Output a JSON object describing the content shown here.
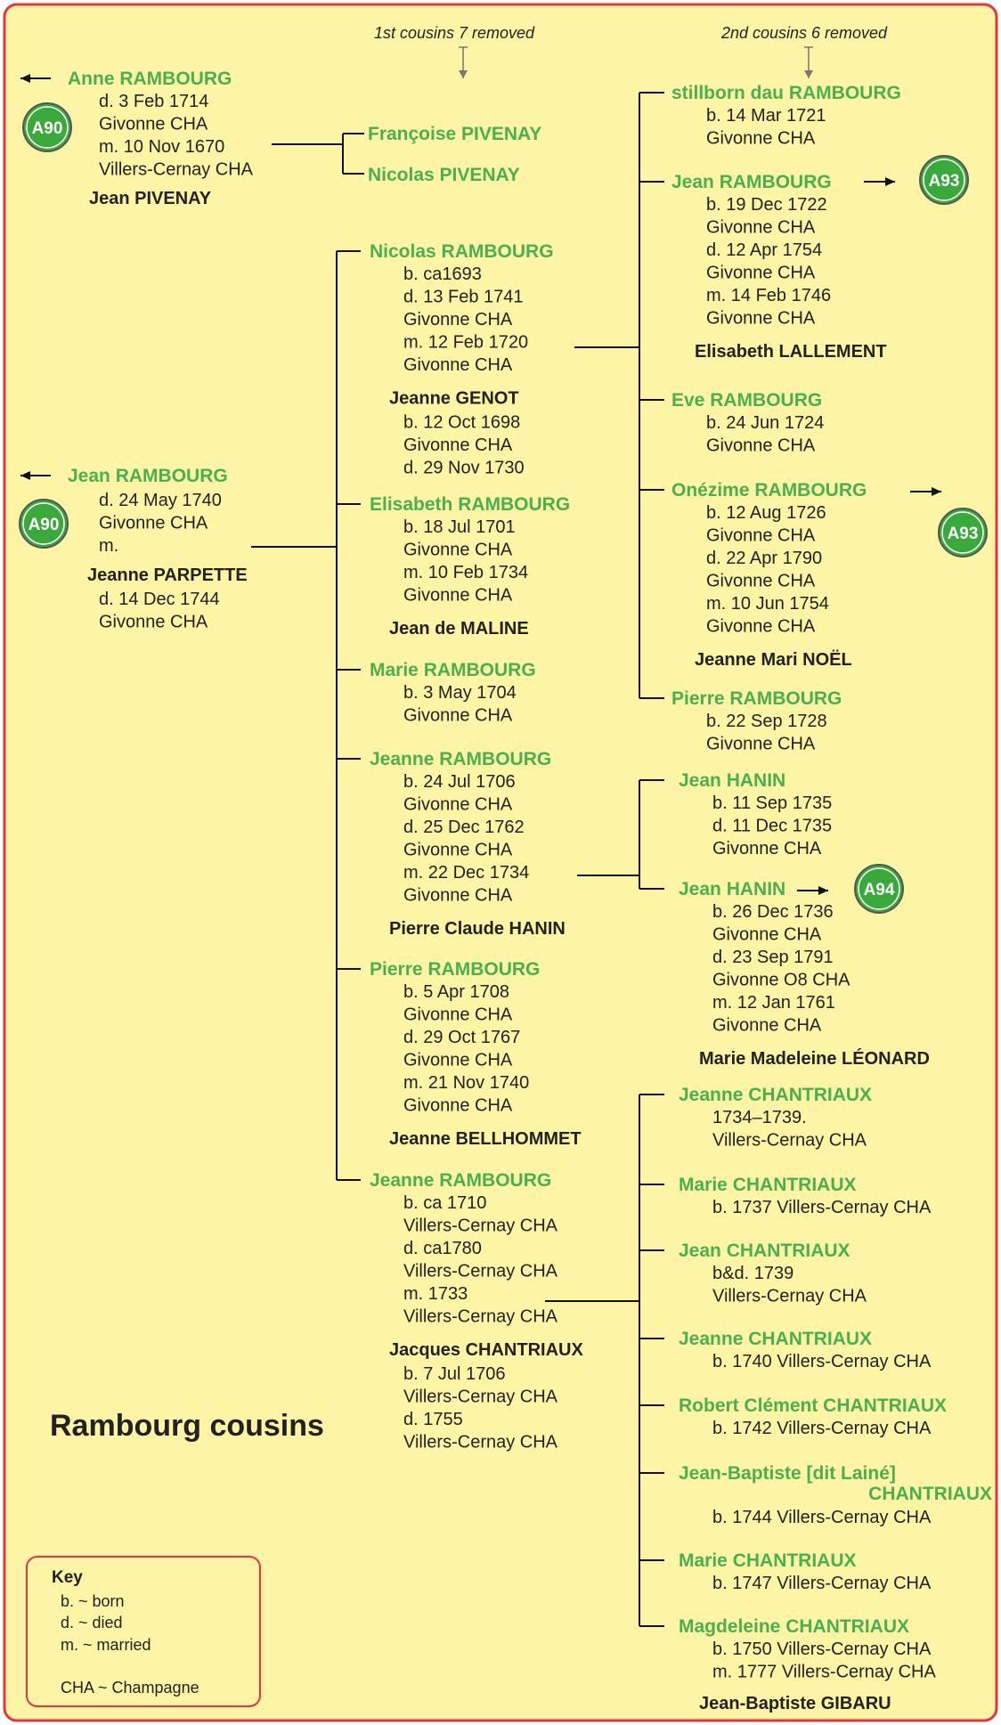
{
  "title": "Rambourg cousins",
  "headers": {
    "first": "1st cousins 7 removed",
    "second": "2nd cousins 6 removed"
  },
  "colors": {
    "frame": "#e8343a",
    "background": "#fdf4a6",
    "name_green": "#4caf4f",
    "badge_green": "#3aa93c",
    "text": "#222222"
  },
  "key": {
    "heading": "Key",
    "lines": [
      "b. ~ born",
      "d. ~ died",
      "m. ~ married",
      "",
      "CHA ~ Champagne"
    ]
  },
  "badges": {
    "a90_top": "A90",
    "a90_mid": "A90",
    "a93_top": "A93",
    "a93_mid": "A93",
    "a94": "A94"
  },
  "ancestors": [
    {
      "name": "Anne RAMBOURG",
      "details": [
        "d. 3 Feb 1714",
        "Givonne CHA",
        "m. 10 Nov 1670",
        "Villers-Cernay CHA"
      ],
      "spouse": "Jean PIVENAY"
    },
    {
      "name": "Jean RAMBOURG",
      "details": [
        "d. 24 May 1740",
        "Givonne CHA",
        "m."
      ],
      "spouse": "Jeanne PARPETTE",
      "spouse_details": [
        "d. 14 Dec 1744",
        "Givonne CHA"
      ]
    }
  ],
  "pivenay_children": [
    "Françoise PIVENAY",
    "Nicolas PIVENAY"
  ],
  "first_cousins": [
    {
      "name": "Nicolas RAMBOURG",
      "details": [
        "b. ca1693",
        "d. 13 Feb 1741",
        "Givonne CHA",
        "m. 12 Feb 1720",
        "Givonne CHA"
      ],
      "spouse": "Jeanne GENOT",
      "spouse_details": [
        "b. 12 Oct 1698",
        "Givonne CHA",
        "d. 29 Nov 1730"
      ]
    },
    {
      "name": "Elisabeth RAMBOURG",
      "details": [
        "b. 18 Jul 1701",
        "Givonne CHA",
        "m. 10 Feb 1734",
        "Givonne CHA"
      ],
      "spouse": "Jean de MALINE"
    },
    {
      "name": "Marie RAMBOURG",
      "details": [
        "b. 3 May 1704",
        "Givonne CHA"
      ]
    },
    {
      "name": "Jeanne RAMBOURG",
      "details": [
        "b. 24 Jul 1706",
        "Givonne CHA",
        "d. 25 Dec 1762",
        "Givonne CHA",
        "m. 22 Dec 1734",
        "Givonne CHA"
      ],
      "spouse": "Pierre Claude HANIN"
    },
    {
      "name": "Pierre RAMBOURG",
      "details": [
        "b. 5 Apr 1708",
        "Givonne CHA",
        "d. 29 Oct 1767",
        "Givonne CHA",
        "m. 21 Nov 1740",
        "Givonne CHA"
      ],
      "spouse": "Jeanne BELLHOMMET"
    },
    {
      "name": "Jeanne RAMBOURG",
      "details": [
        "b. ca 1710",
        "Villers-Cernay CHA",
        "d. ca1780",
        "Villers-Cernay CHA",
        "m.  1733",
        "Villers-Cernay CHA"
      ],
      "spouse": "Jacques CHANTRIAUX",
      "spouse_details": [
        "b. 7 Jul 1706",
        "Villers-Cernay CHA",
        "d. 1755",
        "Villers-Cernay CHA"
      ]
    }
  ],
  "rambourg_children": [
    {
      "name": "stillborn dau RAMBOURG",
      "details": [
        "b. 14 Mar 1721",
        "Givonne CHA"
      ]
    },
    {
      "name": "Jean RAMBOURG",
      "details": [
        "b. 19 Dec 1722",
        "Givonne CHA",
        "d. 12 Apr 1754",
        "Givonne CHA",
        "m. 14 Feb 1746",
        "Givonne CHA"
      ],
      "spouse": "Elisabeth LALLEMENT"
    },
    {
      "name": "Eve RAMBOURG",
      "details": [
        "b. 24 Jun 1724",
        "Givonne CHA"
      ]
    },
    {
      "name": "Onézime RAMBOURG",
      "details": [
        "b. 12 Aug 1726",
        "Givonne CHA",
        "d. 22 Apr 1790",
        "Givonne CHA",
        "m. 10 Jun 1754",
        "Givonne CHA"
      ],
      "spouse": "Jeanne Mari NOËL"
    },
    {
      "name": "Pierre RAMBOURG",
      "details": [
        "b. 22 Sep 1728",
        "Givonne CHA"
      ]
    }
  ],
  "hanin_children": [
    {
      "name": "Jean HANIN",
      "details": [
        "b. 11 Sep 1735",
        "d. 11 Dec 1735",
        "Givonne CHA"
      ]
    },
    {
      "name": "Jean HANIN",
      "details": [
        "b. 26 Dec 1736",
        "Givonne CHA",
        "d. 23 Sep 1791",
        "Givonne O8 CHA",
        "m. 12 Jan 1761",
        "Givonne CHA"
      ],
      "spouse": "Marie Madeleine LÉONARD"
    }
  ],
  "chantriaux_children": [
    {
      "name": "Jeanne CHANTRIAUX",
      "details": [
        "1734–1739.",
        "Villers-Cernay CHA"
      ]
    },
    {
      "name": "Marie CHANTRIAUX",
      "details": [
        "b. 1737 Villers-Cernay CHA"
      ]
    },
    {
      "name": "Jean CHANTRIAUX",
      "details": [
        "b&d. 1739",
        "Villers-Cernay CHA"
      ]
    },
    {
      "name": "Jeanne CHANTRIAUX",
      "details": [
        "b. 1740 Villers-Cernay CHA"
      ]
    },
    {
      "name": "Robert Clément CHANTRIAUX",
      "details": [
        "b. 1742 Villers-Cernay CHA"
      ]
    },
    {
      "name": "Jean-Baptiste [dit Lainé]",
      "name2": "CHANTRIAUX",
      "details": [
        "b. 1744 Villers-Cernay CHA"
      ]
    },
    {
      "name": "Marie CHANTRIAUX",
      "details": [
        "b. 1747 Villers-Cernay CHA"
      ]
    },
    {
      "name": "Magdeleine CHANTRIAUX",
      "details": [
        "b. 1750 Villers-Cernay CHA",
        "m. 1777 Villers-Cernay CHA"
      ],
      "spouse": "Jean-Baptiste GIBARU"
    }
  ]
}
